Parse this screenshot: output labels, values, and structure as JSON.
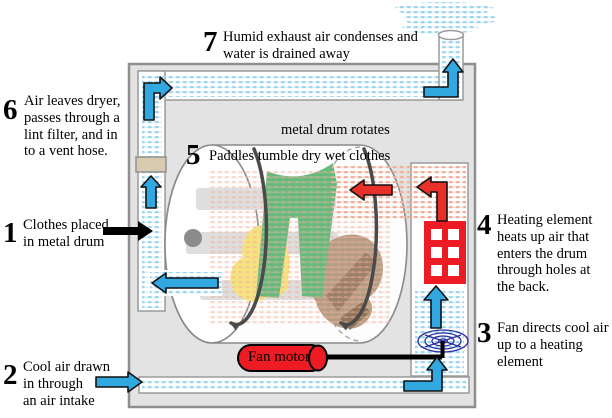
{
  "annotations": {
    "step1": {
      "number": "1",
      "text": "Clothes placed\nin metal drum"
    },
    "step2": {
      "number": "2",
      "text": "Cool air drawn\nin through\nan air intake"
    },
    "step3": {
      "number": "3",
      "text": "Fan directs cool air\nup to a heating\nelement"
    },
    "step4": {
      "number": "4",
      "text": "Heating element\nheats up air that\nenters the drum\nthrough holes at\nthe back."
    },
    "step5": {
      "number": "5",
      "text": "Paddles tumble dry wet clothes"
    },
    "step6": {
      "number": "6",
      "text": "Air leaves dryer,\npasses through a\nlint filter, and in\nto a vent hose."
    },
    "step7": {
      "number": "7",
      "text": "Humid exhaust air condenses and\nwater is drained away"
    }
  },
  "labels": {
    "drum_caption": "metal drum rotates",
    "fan_motor": "Fan motor"
  },
  "icons": {
    "cool_air_arrows": "blue-arrow-icon",
    "hot_air_arrows": "red-arrow-icon",
    "load_arrow": "black-arrow-icon",
    "fan": "fan-swirl-icon",
    "heating_element": "heater-grid-icon",
    "exhaust_cloud": "vapor-cloud-icon"
  },
  "colors": {
    "cool_air_dots": "#9fd6ef",
    "hot_air_dots": "#f2b09b",
    "blue_arrow": "#31a8e0",
    "red_arrow": "#e8302a",
    "heater_red": "#ed1c24",
    "motor_red": "#ed1c24",
    "cabinet_gray": "#e3e3e3",
    "drum_white": "#ffffff",
    "trousers_green": "#69b97e",
    "shirt_yellow": "#f6e27e",
    "cloth_brown": "#b79d84",
    "fan_blue": "#2f2f9e",
    "lint_filter_tan": "#d8cbb0"
  }
}
